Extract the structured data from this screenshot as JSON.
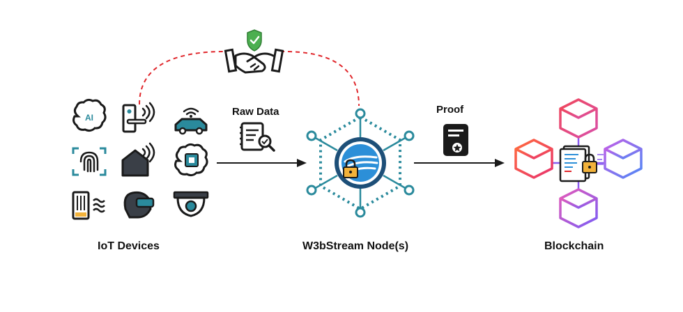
{
  "labels": {
    "iot_devices": "IoT Devices",
    "node": "W3bStream Node(s)",
    "blockchain": "Blockchain",
    "raw_data": "Raw Data",
    "proof": "Proof"
  },
  "icons": {
    "iot_grid": [
      "ai-brain-icon",
      "smart-lock-icon",
      "connected-car-icon",
      "fingerprint-scanner-icon",
      "smart-home-icon",
      "chip-brain-icon",
      "sensor-device-icon",
      "vr-headset-icon",
      "security-camera-icon"
    ],
    "handshake": "handshake-shield-icon",
    "raw_data": "document-search-icon",
    "proof": "proof-document-icon",
    "node": "hexagon-node-lock-icon",
    "blockchain": "cube-chain-contract-icon"
  },
  "colors": {
    "teal": "#2a8a9c",
    "dash_red": "#e0252a",
    "shield_green": "#4caf50",
    "node_blue": "#2c8fd8",
    "lock_gold": "#f2b23a",
    "cube_red": "#f0465a",
    "cube_purple": "#8a5cf0",
    "cube_pink": "#e45ab8",
    "cube_blue": "#4f88f6"
  }
}
